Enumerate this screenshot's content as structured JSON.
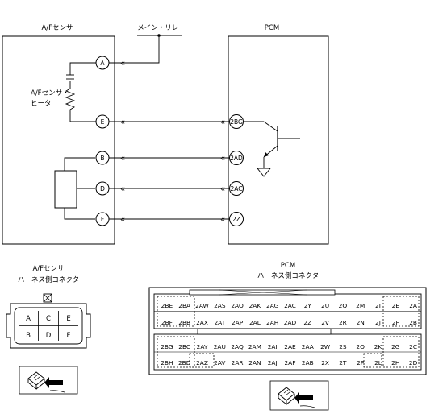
{
  "sensor": {
    "title": "A/Fセンサ",
    "heater_label_line1": "A/Fセンサ・",
    "heater_label_line2": "ヒータ",
    "pins": [
      "A",
      "E",
      "B",
      "D",
      "F"
    ]
  },
  "relay_label": "メイン・リレー",
  "pcm": {
    "title": "PCM",
    "pins": [
      "2BG",
      "2AD",
      "2AC",
      "2Z"
    ]
  },
  "sensor_connector": {
    "title_line1": "A/Fセンサ",
    "title_line2": "ハーネス側コネクタ",
    "rows": [
      [
        "A",
        "C",
        "E"
      ],
      [
        "B",
        "D",
        "F"
      ]
    ]
  },
  "pcm_connector": {
    "title_line1": "PCM",
    "title_line2": "ハーネス側コネクタ",
    "rows": [
      [
        "2BE",
        "2BA",
        "2AW",
        "2AS",
        "2AO",
        "2AK",
        "2AG",
        "2AC",
        "2Y",
        "2U",
        "2Q",
        "2M",
        "2I",
        "2E",
        "2A"
      ],
      [
        "2BF",
        "2BB",
        "2AX",
        "2AT",
        "2AP",
        "2AL",
        "2AH",
        "2AD",
        "2Z",
        "2V",
        "2R",
        "2N",
        "2J",
        "2F",
        "2B"
      ],
      [
        "2BG",
        "2BC",
        "2AY",
        "2AU",
        "2AQ",
        "2AM",
        "2AI",
        "2AE",
        "2AA",
        "2W",
        "2S",
        "2O",
        "2K",
        "2G",
        "2C"
      ],
      [
        "2BH",
        "2BD",
        "2AZ",
        "2AV",
        "2AR",
        "2AN",
        "2AJ",
        "2AF",
        "2AB",
        "2X",
        "2T",
        "2P",
        "2L",
        "2H",
        "2D"
      ]
    ]
  }
}
